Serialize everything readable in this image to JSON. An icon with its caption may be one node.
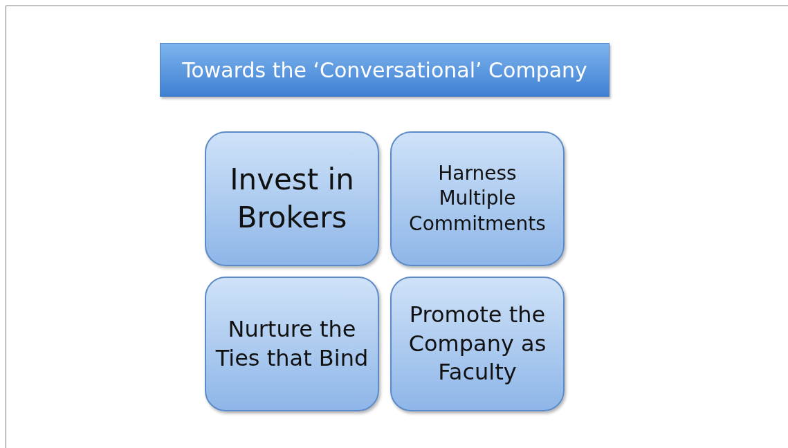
{
  "diagram": {
    "nodes": [
      {
        "text": [
          "Towards the ‘Conversational’ Company"
        ]
      },
      {
        "text": [
          "Invest in Brokers"
        ]
      },
      {
        "text": [
          "Harness Multiple Commitments"
        ]
      },
      {
        "text": [
          "Nurture the Ties that Bind"
        ]
      },
      {
        "text": [
          "Promote the Company as Faculty"
        ]
      }
    ]
  }
}
